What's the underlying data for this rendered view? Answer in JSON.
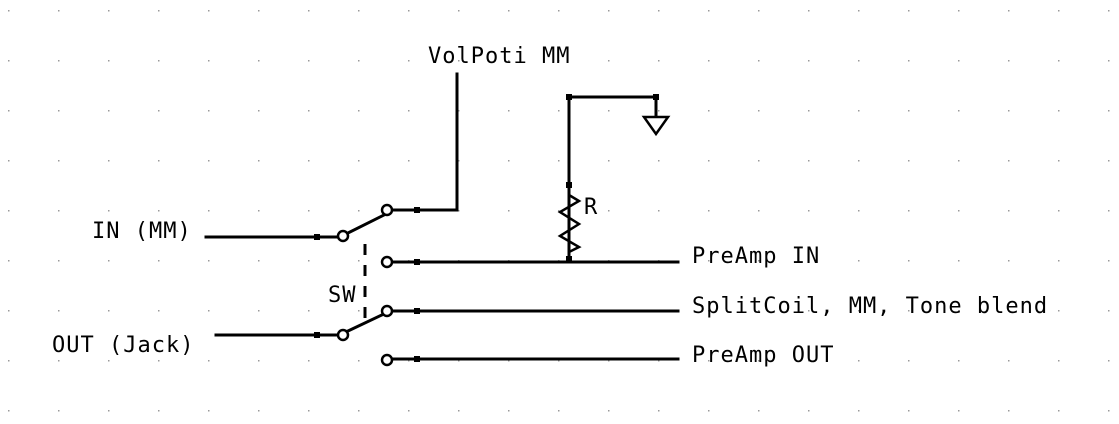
{
  "labels": {
    "volpoti": "VolPoti MM",
    "in_mm": "IN (MM)",
    "out_jack": "OUT (Jack)",
    "sw": "SW",
    "resistor": "R",
    "preamp_in": "PreAmp IN",
    "splitcoil": "SplitCoil, MM, Tone blend",
    "preamp_out": "PreAmp OUT"
  },
  "colors": {
    "background": "#ffffff",
    "ink": "#000000",
    "grid": "#9a9a9a"
  },
  "symbols": {
    "ground": "ground-icon",
    "resistor": "resistor-icon",
    "switch": "dpdt-switch-icon"
  }
}
